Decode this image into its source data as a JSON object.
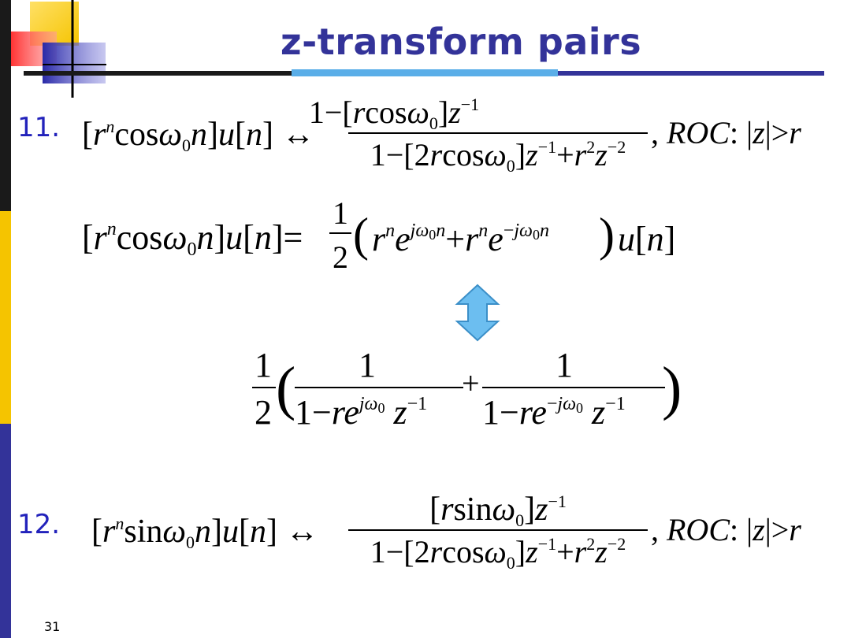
{
  "slide": {
    "title": "z-transform pairs",
    "page_number": "31",
    "item_11_label": "11.",
    "item_12_label": "12."
  },
  "colors": {
    "title": "#333399",
    "item_number": "#2222bb",
    "accent_blue": "#5aaee8",
    "left_bar_yellow": "#f5c400",
    "left_bar_navy": "#333399",
    "arrow_fill": "#6cbef0"
  },
  "icons": {
    "arrow": "double-vertical-arrow-icon"
  }
}
